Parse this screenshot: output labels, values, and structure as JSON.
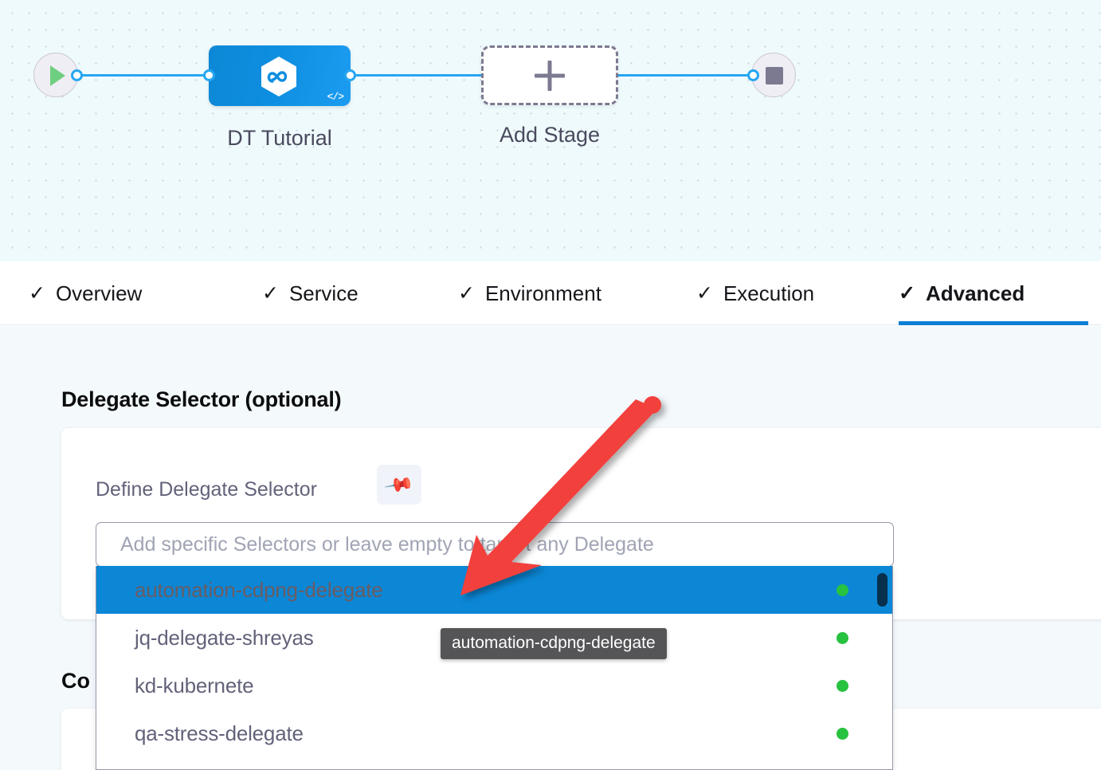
{
  "pipeline": {
    "start_node": {
      "icon": "play-icon"
    },
    "end_node": {
      "icon": "stop-icon"
    },
    "stage": {
      "label": "DT Tutorial",
      "icon": "harness-hex-icon",
      "badge": "</>"
    },
    "add_stage": {
      "label": "Add Stage",
      "icon": "plus-icon"
    }
  },
  "tabs": [
    {
      "label": "Overview",
      "check": "✓",
      "active": false
    },
    {
      "label": "Service",
      "check": "✓",
      "active": false
    },
    {
      "label": "Environment",
      "check": "✓",
      "active": false
    },
    {
      "label": "Execution",
      "check": "✓",
      "active": false
    },
    {
      "label": "Advanced",
      "check": "✓",
      "active": true
    }
  ],
  "content": {
    "section_title": "Delegate Selector (optional)",
    "field_label": "Define Delegate Selector",
    "pin_icon": "pin-icon",
    "selector_placeholder": "Add specific Selectors or leave empty to target any Delegate",
    "selector_value": "",
    "cut_off_label": "Co"
  },
  "dropdown": {
    "options": [
      {
        "label": "automation-cdpng-delegate",
        "status": "connected",
        "selected": true
      },
      {
        "label": "jq-delegate-shreyas",
        "status": "connected",
        "selected": false
      },
      {
        "label": "kd-kubernete",
        "status": "connected",
        "selected": false
      },
      {
        "label": "qa-stress-delegate",
        "status": "connected",
        "selected": false
      }
    ]
  },
  "tooltip": {
    "text": "automation-cdpng-delegate"
  },
  "colors": {
    "accent_blue": "#0b87d6",
    "tab_underline": "#0b7fd4",
    "edge_blue": "#26a6f2",
    "status_green": "#27c240",
    "annotation_red": "#f2413c",
    "canvas_bg": "#effafd",
    "content_bg": "#f4f9fc"
  }
}
